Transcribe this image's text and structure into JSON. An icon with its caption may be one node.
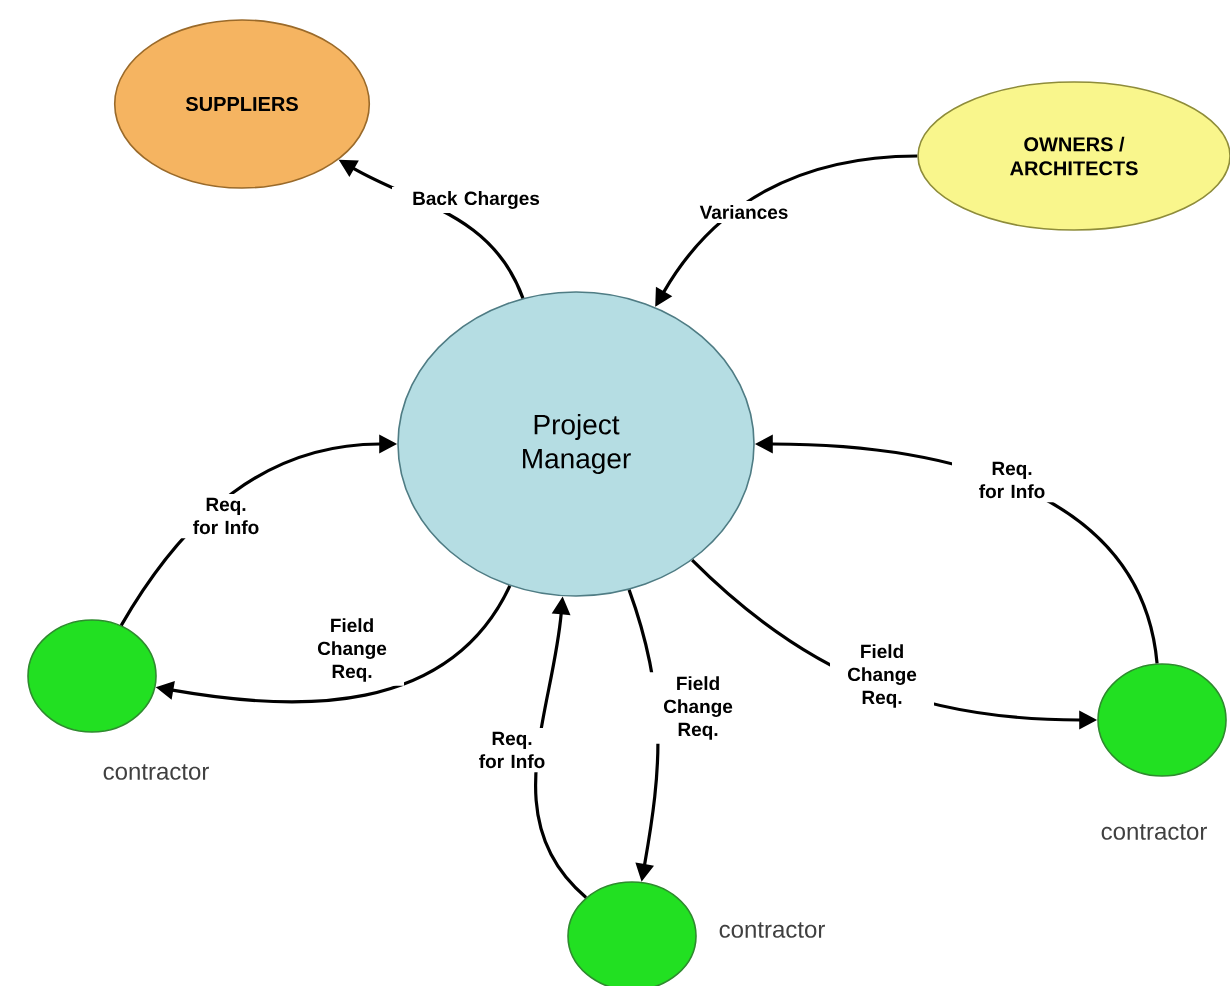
{
  "diagram": {
    "nodes": [
      {
        "text": [
          "SUPPLIERS"
        ]
      },
      {
        "text": [
          "OWNERS / ARCHITECTS"
        ]
      },
      {
        "text": [
          "Project Manager"
        ]
      },
      {
        "text": [],
        "shape": "circle",
        "beside": [
          "contractor"
        ]
      },
      {
        "text": [],
        "shape": "circle",
        "beside": [
          "contractor"
        ]
      },
      {
        "text": [],
        "shape": "circle",
        "beside": [
          "contractor"
        ]
      }
    ],
    "edges": [
      {
        "from": 2,
        "to": 0,
        "arrow": "to",
        "label": "Back Charges"
      },
      {
        "from": 1,
        "to": 2,
        "arrow": "to",
        "label": "Variances"
      },
      {
        "from": 3,
        "to": 2,
        "arrow": "to",
        "label": "Req. for Info"
      },
      {
        "from": 2,
        "to": 3,
        "arrow": "to",
        "label": "Field Change Req."
      },
      {
        "from": 4,
        "to": 2,
        "arrow": "to",
        "label": "Req. for Info"
      },
      {
        "from": 2,
        "to": 4,
        "arrow": "to",
        "label": "Field Change Req."
      },
      {
        "from": 5,
        "to": 2,
        "arrow": "to",
        "label": "Req. for Info"
      },
      {
        "from": 2,
        "to": 5,
        "arrow": "to",
        "label": "Field Change Req."
      }
    ]
  }
}
